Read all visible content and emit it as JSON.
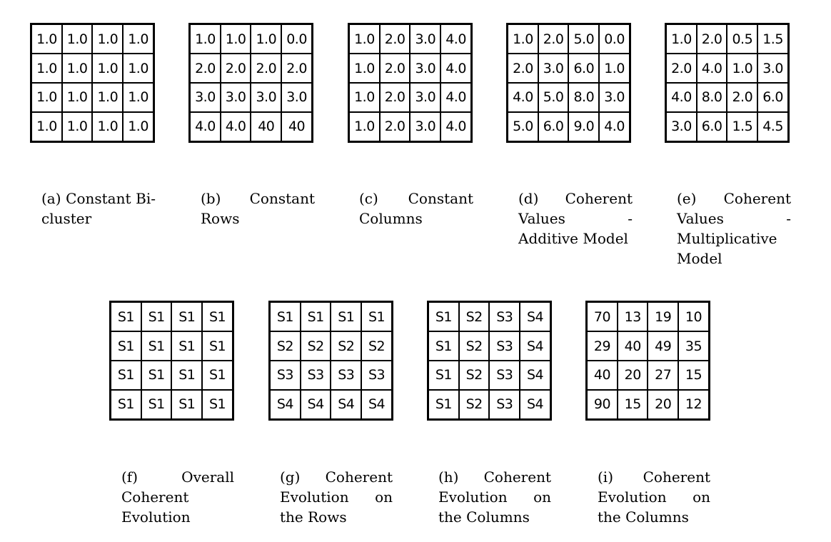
{
  "panels": [
    {
      "caption": "(a) Constant Bi-cluster",
      "rows": [
        [
          "1.0",
          "1.0",
          "1.0",
          "1.0"
        ],
        [
          "1.0",
          "1.0",
          "1.0",
          "1.0"
        ],
        [
          "1.0",
          "1.0",
          "1.0",
          "1.0"
        ],
        [
          "1.0",
          "1.0",
          "1.0",
          "1.0"
        ]
      ]
    },
    {
      "caption": "(b) Constant Rows",
      "rows": [
        [
          "1.0",
          "1.0",
          "1.0",
          "0.0"
        ],
        [
          "2.0",
          "2.0",
          "2.0",
          "2.0"
        ],
        [
          "3.0",
          "3.0",
          "3.0",
          "3.0"
        ],
        [
          "4.0",
          "4.0",
          "40",
          "40"
        ]
      ]
    },
    {
      "caption": "(c) Constant Columns",
      "rows": [
        [
          "1.0",
          "2.0",
          "3.0",
          "4.0"
        ],
        [
          "1.0",
          "2.0",
          "3.0",
          "4.0"
        ],
        [
          "1.0",
          "2.0",
          "3.0",
          "4.0"
        ],
        [
          "1.0",
          "2.0",
          "3.0",
          "4.0"
        ]
      ]
    },
    {
      "caption": "(d) Coherent Values - Additive Model",
      "rows": [
        [
          "1.0",
          "2.0",
          "5.0",
          "0.0"
        ],
        [
          "2.0",
          "3.0",
          "6.0",
          "1.0"
        ],
        [
          "4.0",
          "5.0",
          "8.0",
          "3.0"
        ],
        [
          "5.0",
          "6.0",
          "9.0",
          "4.0"
        ]
      ]
    },
    {
      "caption": "(e) Coherent Values - Multiplicative Model",
      "rows": [
        [
          "1.0",
          "2.0",
          "0.5",
          "1.5"
        ],
        [
          "2.0",
          "4.0",
          "1.0",
          "3.0"
        ],
        [
          "4.0",
          "8.0",
          "2.0",
          "6.0"
        ],
        [
          "3.0",
          "6.0",
          "1.5",
          "4.5"
        ]
      ]
    },
    {
      "caption": "(f) Overall Coherent Evolution",
      "rows": [
        [
          "S1",
          "S1",
          "S1",
          "S1"
        ],
        [
          "S1",
          "S1",
          "S1",
          "S1"
        ],
        [
          "S1",
          "S1",
          "S1",
          "S1"
        ],
        [
          "S1",
          "S1",
          "S1",
          "S1"
        ]
      ]
    },
    {
      "caption": "(g) Coherent Evolution on the Rows",
      "rows": [
        [
          "S1",
          "S1",
          "S1",
          "S1"
        ],
        [
          "S2",
          "S2",
          "S2",
          "S2"
        ],
        [
          "S3",
          "S3",
          "S3",
          "S3"
        ],
        [
          "S4",
          "S4",
          "S4",
          "S4"
        ]
      ]
    },
    {
      "caption": "(h) Coherent Evolution on the Columns",
      "rows": [
        [
          "S1",
          "S2",
          "S3",
          "S4"
        ],
        [
          "S1",
          "S2",
          "S3",
          "S4"
        ],
        [
          "S1",
          "S2",
          "S3",
          "S4"
        ],
        [
          "S1",
          "S2",
          "S3",
          "S4"
        ]
      ]
    },
    {
      "caption": "(i) Coherent Evolution on the Columns",
      "rows": [
        [
          "70",
          "13",
          "19",
          "10"
        ],
        [
          "29",
          "40",
          "49",
          "35"
        ],
        [
          "40",
          "20",
          "27",
          "15"
        ],
        [
          "90",
          "15",
          "20",
          "12"
        ]
      ]
    }
  ]
}
